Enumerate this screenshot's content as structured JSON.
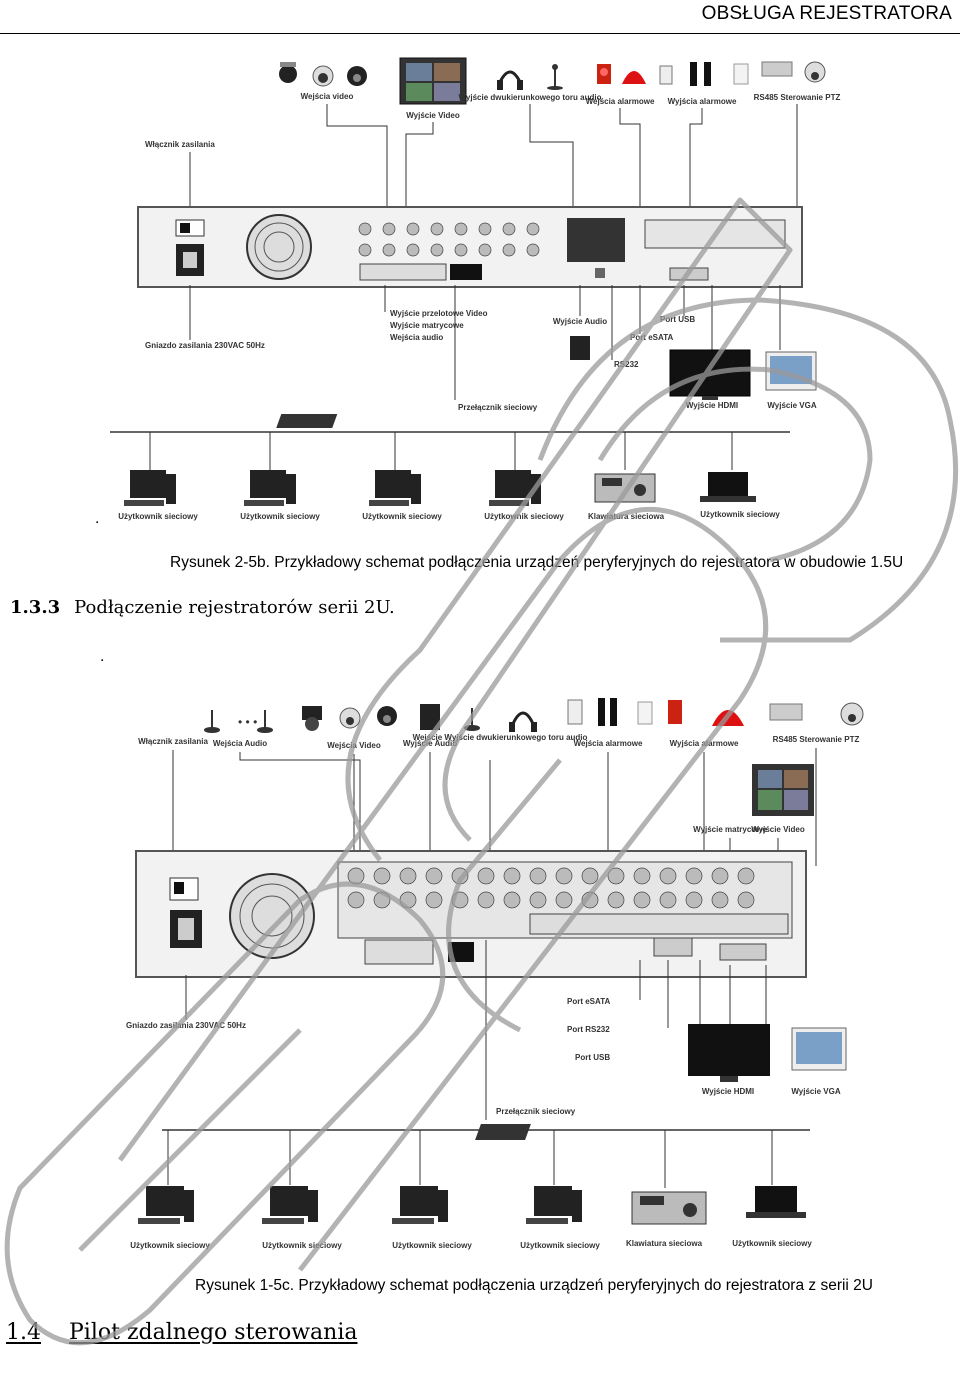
{
  "header": {
    "title": "OBSŁUGA REJESTRATORA"
  },
  "figure1": {
    "labels": {
      "power_switch": "Włącznik zasilania",
      "video_inputs": "Wejścia video",
      "video_output": "Wyjście Video",
      "audio_in_out": "Wyjście dwukierunkowego toru audio",
      "alarm_inputs": "Wejścia alarmowe",
      "alarm_outputs": "Wyjścia alarmowe",
      "rs485": "RS485 Sterowanie PTZ",
      "power_socket": "Gniazdo zasilania 230VAC 50Hz",
      "loop_video": "Wyjście przelotowe Video",
      "matrix_out": "Wyjście matrycowe",
      "audio_inputs": "Wejścia audio",
      "audio_output": "Wyjście Audio",
      "usb": "Port USB",
      "esata": "Port eSATA",
      "rs232": "RS232",
      "hdmi": "Wyjście HDMI",
      "vga": "Wyjście VGA",
      "switch": "Przełącznik sieciowy",
      "network_user": "Użytkownik sieciowy",
      "keyboard": "Klawiatura sieciowa"
    },
    "caption": "Rysunek 2-5b. Przykładowy schemat podłączenia urządzeń peryferyjnych do rejestratora w obudowie 1.5U"
  },
  "section_133": {
    "number": "1.3.3",
    "title": "Podłączenie rejestratorów serii 2U."
  },
  "figure2": {
    "labels": {
      "power_switch": "Włącznik zasilania",
      "audio_inputs": "Wejścia Audio",
      "video_inputs": "Wejścia Video",
      "audio_output": "Wyjście Audio",
      "audio_in_out": "Wejście Wyjście dwukierunkowego toru audio",
      "alarm_inputs": "Wejścia alarmowe",
      "alarm_outputs": "Wyjścia alarmowe",
      "rs485": "RS485 Sterowanie PTZ",
      "matrix_out": "Wyjście matrycowe",
      "video_out": "Wyjście Video",
      "power_socket": "Gniazdo zasilania 230VAC 50Hz",
      "esata": "Port eSATA",
      "rs232": "Port RS232",
      "usb": "Port USB",
      "hdmi": "Wyjście HDMI",
      "vga": "Wyjście VGA",
      "switch": "Przełącznik sieciowy",
      "network_user": "Użytkownik sieciowy",
      "keyboard": "Klawiatura sieciowa"
    },
    "caption": "Rysunek 1-5c. Przykładowy schemat podłączenia urządzeń peryferyjnych do rejestratora z serii 2U"
  },
  "section_14": {
    "number": "1.4",
    "title": "Pilot zdalnego sterowania"
  },
  "dot": "."
}
